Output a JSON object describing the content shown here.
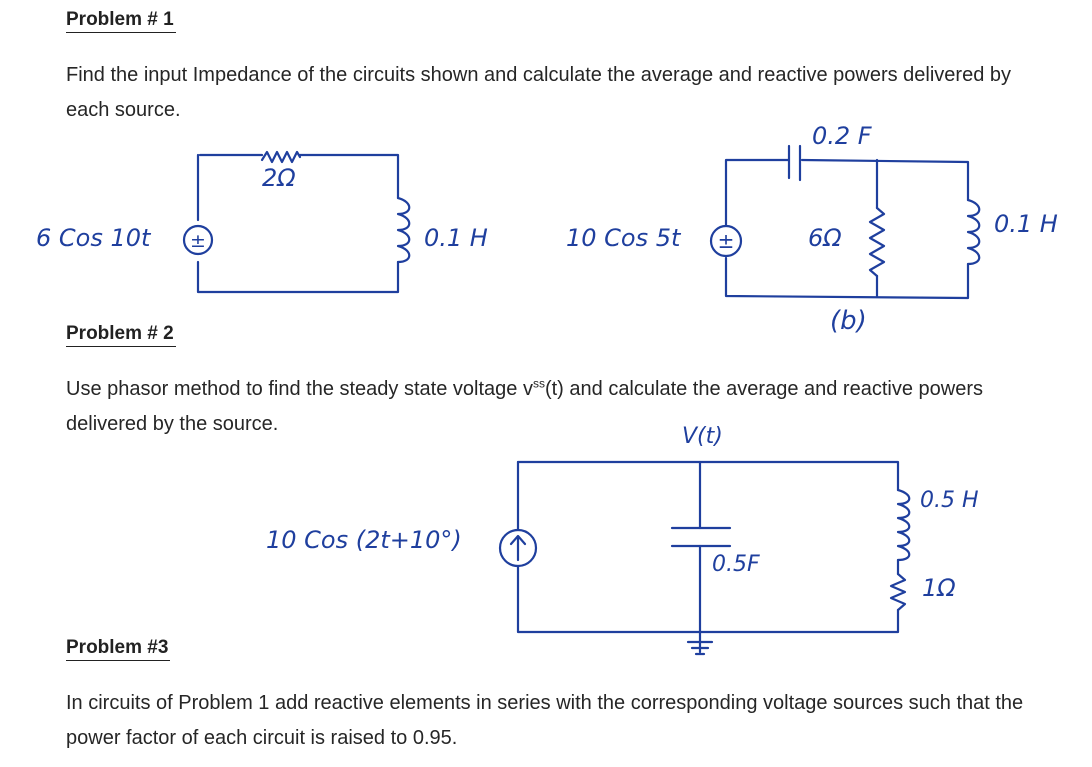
{
  "problem1": {
    "heading": "Problem  # 1",
    "text": "Find the input Impedance of the circuits shown and calculate the average and reactive powers delivered by each source."
  },
  "circuit_a": {
    "source_label": "6 Cos 10t",
    "resistor_label": "2Ω",
    "inductor_label": "0.1 H",
    "source_sign": "±"
  },
  "circuit_b": {
    "source_label": "10 Cos 5t",
    "capacitor_label": "0.2 F",
    "resistor_label": "6Ω",
    "inductor_label": "0.1 H",
    "caption": "(b)",
    "source_sign": "±"
  },
  "problem2": {
    "heading": "Problem # 2",
    "text_before": "Use phasor method to find the steady state voltage v",
    "superscript": "ss",
    "text_after": "(t) and calculate the average and reactive powers delivered by the source."
  },
  "circuit_c": {
    "voltage_label": "V(t)",
    "source_label": "10 Cos (2t+10°)",
    "capacitor_label": "0.5F",
    "inductor_label": "0.5 H",
    "resistor_label": "1Ω"
  },
  "problem3": {
    "heading": "Problem #3",
    "text": "In circuits of Problem 1 add reactive elements in series with the corresponding voltage sources such that the power factor of each circuit is raised to 0.95."
  },
  "colors": {
    "ink": "#1f3f9e",
    "text": "#262626"
  }
}
